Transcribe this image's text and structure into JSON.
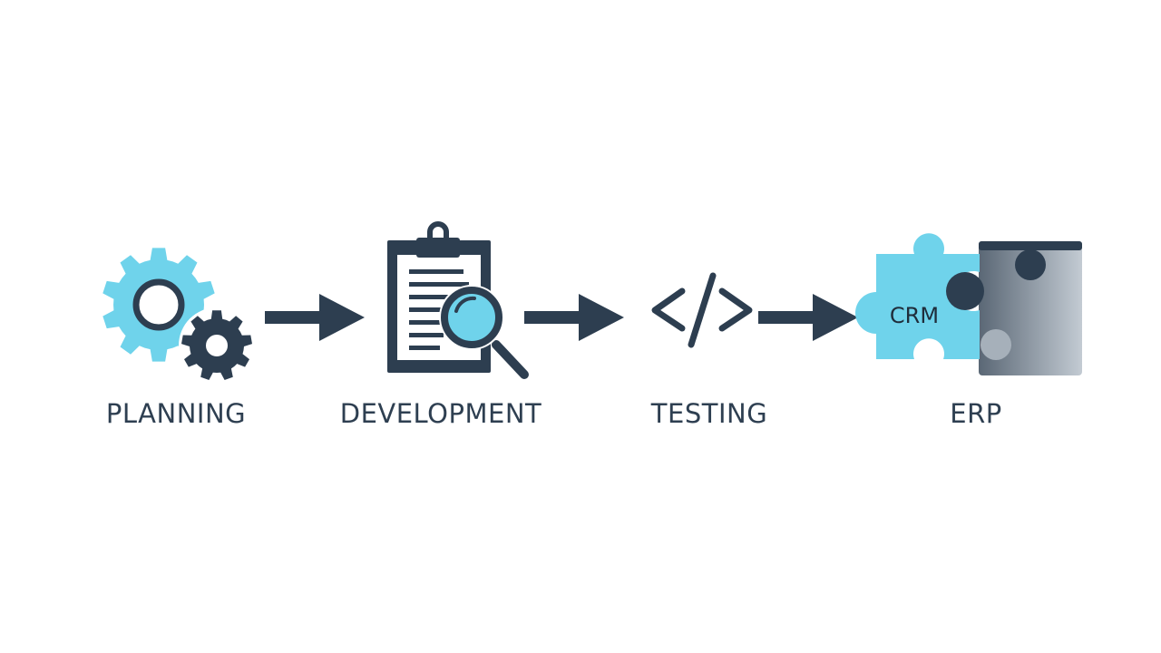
{
  "colors": {
    "accent": "#6fd3eb",
    "dark": "#2d3e50",
    "grey": "#9aa4ae",
    "background": "#ffffff"
  },
  "steps": [
    {
      "label": "PLANNING",
      "icon": "gears-icon"
    },
    {
      "label": "DEVELOPMENT",
      "icon": "clipboard-magnifier-icon"
    },
    {
      "label": "TESTING",
      "icon": "code-brackets-icon"
    },
    {
      "label": "ERP",
      "icon": "puzzle-pieces-icon",
      "badge": "CRM"
    }
  ],
  "connectors": [
    "arrow-right-icon",
    "arrow-right-icon",
    "arrow-right-icon"
  ]
}
